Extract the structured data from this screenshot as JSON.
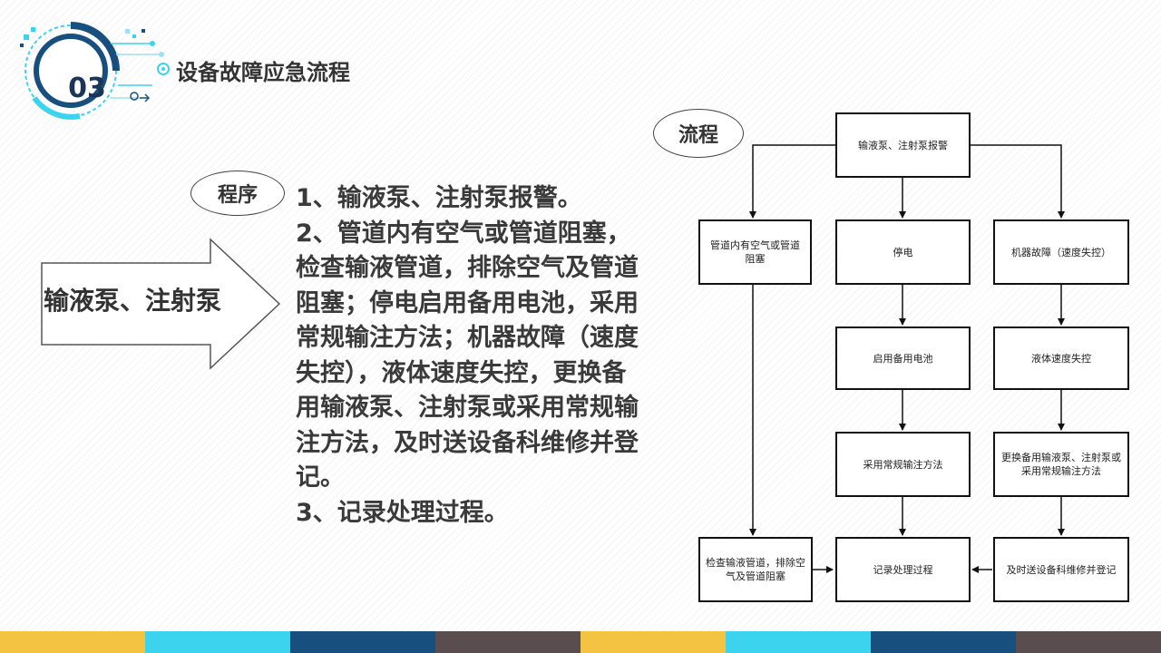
{
  "header": {
    "number": "03",
    "title": "设备故障应急流程"
  },
  "left": {
    "procedure_label": "程序",
    "arrow_label": "输液泵、注射泵",
    "steps": [
      "1、输液泵、注射泵报警。",
      "2、管道内有空气或管道阻塞，检查输液管道，排除空气及管道阻塞；停电启用备用电池，采用常规输注方法；机器故障（速度失控），液体速度失控，更换备用输液泵、注射泵或采用常规输注方法，及时送设备科维修并登记。",
      "3、记录处理过程。"
    ]
  },
  "flow": {
    "label": "流程",
    "boxes": {
      "alarm": "输液泵、注射泵报警",
      "air_block": "管道内有空气或管道阻塞",
      "power_off": "停电",
      "machine_fault": "机器故障（速度失控）",
      "backup_battery": "启用备用电池",
      "speed_lost": "液体速度失控",
      "regular_infusion": "采用常规输注方法",
      "replace_pump": "更换备用输液泵、注射泵或采用常规输注方法",
      "check_tube": "检查输液管道，排除空气及管道阻塞",
      "record": "记录处理过程",
      "send_repair": "及时送设备科维修并登记"
    }
  },
  "colors": {
    "bar": [
      "#f5c342",
      "#3cd3ef",
      "#17507f",
      "#5a4d4f",
      "#f5c342",
      "#3cd3ef",
      "#17507f",
      "#5a4d4f"
    ],
    "accent": "#1a3557"
  }
}
